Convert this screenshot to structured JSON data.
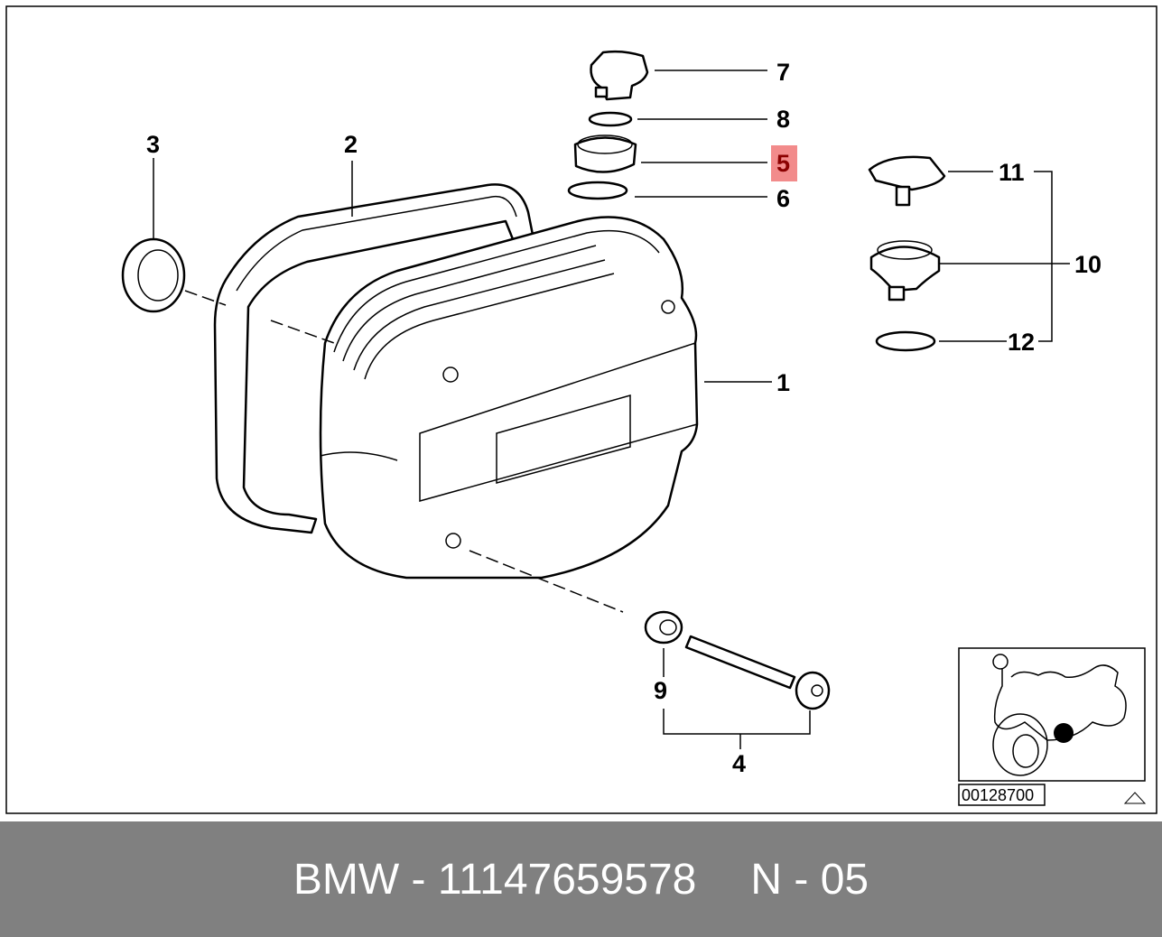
{
  "diagram": {
    "callouts": [
      "1",
      "2",
      "3",
      "4",
      "5",
      "6",
      "7",
      "8",
      "9",
      "10",
      "11",
      "12"
    ],
    "highlighted_callout": "5",
    "highlight_color": "#f28b8b",
    "highlight_text_color": "#8b0000",
    "inset_code": "00128700",
    "inset_marker_icon": "warning-triangle-icon"
  },
  "banner": {
    "brand_part": "BMW - 11147659578",
    "position": "N - 05",
    "background": "#808080"
  }
}
